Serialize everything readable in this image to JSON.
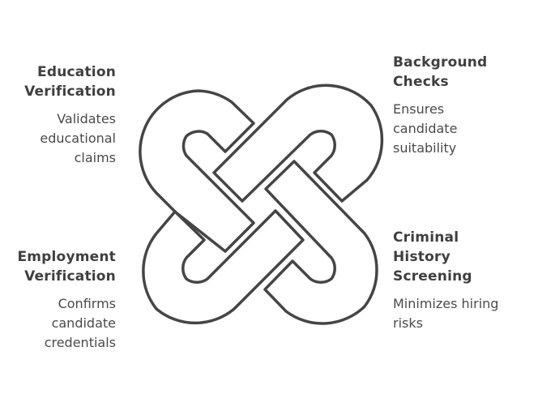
{
  "diagram": {
    "type": "interlocking-knot",
    "stroke_color": "#454545",
    "fill_color": "#ffffff",
    "text_color": "#444444"
  },
  "items": {
    "education": {
      "title": [
        "Education",
        "Verification"
      ],
      "description": [
        "Validates",
        "educational",
        "claims"
      ]
    },
    "background": {
      "title": [
        "Background",
        "Checks"
      ],
      "description": [
        "Ensures",
        "candidate",
        "suitability"
      ]
    },
    "employment": {
      "title": [
        "Employment",
        "Verification"
      ],
      "description": [
        "Confirms",
        "candidate",
        "credentials"
      ]
    },
    "criminal": {
      "title": [
        "Criminal",
        "History",
        "Screening"
      ],
      "description": [
        "Minimizes hiring",
        "risks"
      ]
    }
  }
}
